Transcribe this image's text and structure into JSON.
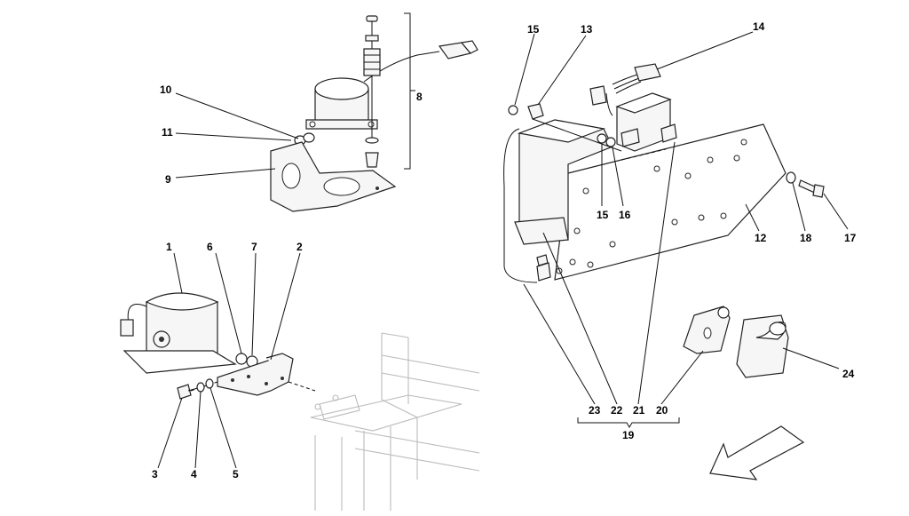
{
  "callouts": {
    "c1": "1",
    "c2": "2",
    "c3": "3",
    "c4": "4",
    "c5": "5",
    "c6": "6",
    "c7": "7",
    "c8": "8",
    "c9": "9",
    "c10": "10",
    "c11": "11",
    "c12": "12",
    "c13": "13",
    "c14": "14",
    "c15a": "15",
    "c15b": "15",
    "c16": "16",
    "c17": "17",
    "c18": "18",
    "c19": "19",
    "c20": "20",
    "c21": "21",
    "c22": "22",
    "c23": "23",
    "c24": "24"
  },
  "colors": {
    "line": "#222222",
    "fill": "#f6f6f6",
    "ghost": "#bbbbbb"
  }
}
